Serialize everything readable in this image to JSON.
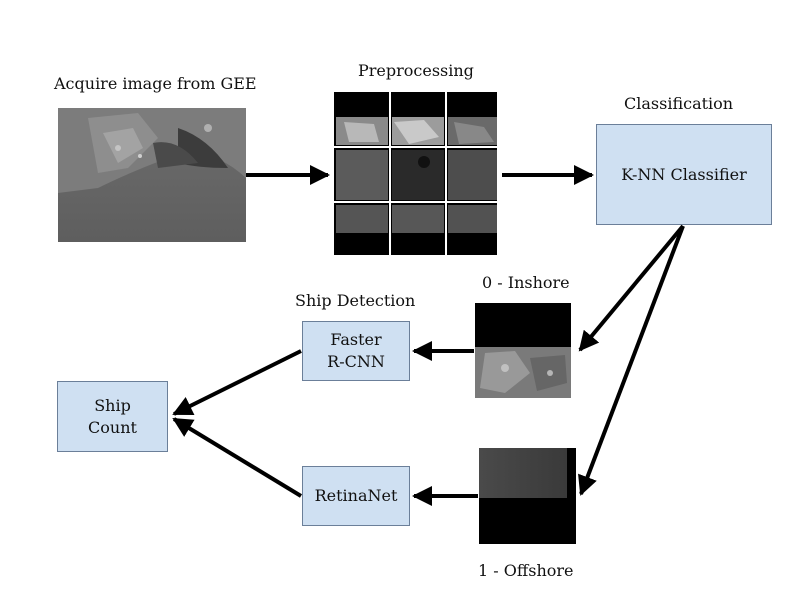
{
  "labels": {
    "acquire": "Acquire image from GEE",
    "preprocessing": "Preprocessing",
    "classification": "Classification",
    "inshore": "0 - Inshore",
    "offshore": "1 - Offshore",
    "ship_detection": "Ship Detection"
  },
  "boxes": {
    "knn": "K-NN Classifier",
    "faster_rcnn": [
      "Faster",
      "R-CNN"
    ],
    "retinanet": "RetinaNet",
    "ship_count": [
      "Ship",
      "Count"
    ]
  },
  "colors": {
    "box_fill": "#cfe0f2",
    "box_border": "#6b7f99",
    "arrow": "#000000"
  }
}
